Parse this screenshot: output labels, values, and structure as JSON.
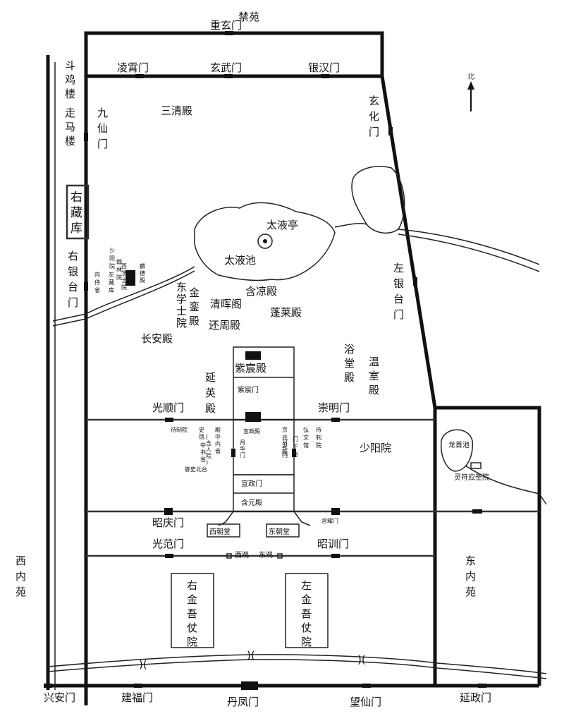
{
  "labels": {
    "jinyuan": "禁苑",
    "chongxuan": "重玄门",
    "lingxiao": "凌霄门",
    "xuanwu": "玄武门",
    "yinhan": "银汉门",
    "xuanhua": "玄化门",
    "north": "北",
    "douji": "斗鸡楼",
    "zouma": "走马楼",
    "jiuxian": "九仙门",
    "sanqing": "三清殿",
    "youcang": "右藏库",
    "youyintai": "右银台门",
    "taiye_ting": "太液亭",
    "taiye_chi": "太液池",
    "zuoyintai": "左银台门",
    "shaoyang_small": "少阳院",
    "hanlin": "翰林院",
    "zuocang": "左藏库",
    "neishisheng": "内侍省",
    "xixue": "西学士院",
    "lindeng": "麟德殿",
    "dongxue": "东学士院",
    "jinluan": "金銮殿",
    "qinghui": "清晖阁",
    "hanliang": "含凉殿",
    "penglai": "蓬莱殿",
    "huanzhou": "还周殿",
    "changan": "长安殿",
    "yutang": "浴堂殿",
    "wenshi": "温室殿",
    "zichen_dian": "紫宸殿",
    "zichen_men": "紫宸门",
    "yanying": "延英殿",
    "guangshun": "光顺门",
    "chongming": "崇明门",
    "daizhiyuan": "待制院",
    "shiguan": "史馆",
    "dianzhongnei": "殿中内省",
    "zhongshusheng": "中书省",
    "hanren": "(含人院)",
    "yushibeitai": "御史北台",
    "xuanzheng_dian": "宣政殿",
    "yueshimen_w": "月华门",
    "yueshimen_e": "日华门",
    "jingzhaoyin": "京兆尹院",
    "menxiasheng": "门下省",
    "hongwenguan": "弘文馆",
    "daizhiyuan2": "待制院",
    "shaoyangyuan": "少阳院",
    "xuanzheng_men": "宣政门",
    "hanyuan_dian": "含元殿",
    "zhaoqing": "昭庆门",
    "hanyao": "含耀门",
    "xichaotang": "西朝堂",
    "dongchaotang": "东朝堂",
    "guangfan": "光范门",
    "xiguan": "西观",
    "dongguan": "东观",
    "zhaoxun": "昭训门",
    "longshouchi": "龙首池",
    "lingfu": "灵符应圣院",
    "dongneiyuan": "东内苑",
    "xineiyuan": "西内苑",
    "youjinwu": "右金吾仗院",
    "zuojinwu": "左金吾仗院",
    "xingan": "兴安门",
    "jianfu": "建福门",
    "danfeng": "丹凤门",
    "wangxian": "望仙门",
    "yanzheng": "延政门"
  }
}
